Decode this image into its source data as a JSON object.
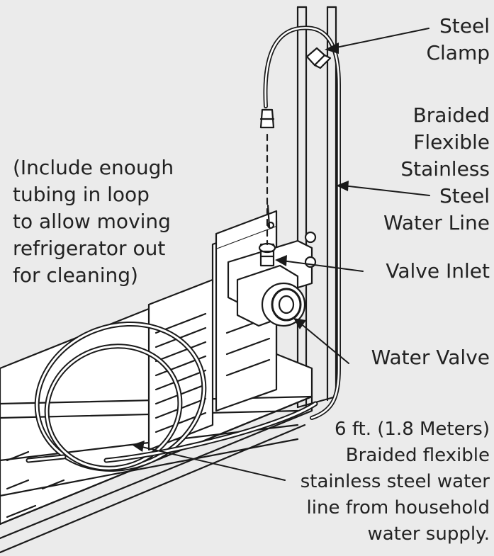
{
  "diagram": {
    "labels": {
      "steel_clamp": [
        "Steel",
        "Clamp"
      ],
      "braided_line": [
        "Braided",
        "Flexible",
        "Stainless",
        "Steel",
        "Water Line"
      ],
      "note": [
        "(Include enough",
        "tubing in loop",
        "to allow moving",
        "refrigerator out",
        "for cleaning)"
      ],
      "valve_inlet": [
        "Valve Inlet"
      ],
      "water_valve": [
        "Water Valve"
      ],
      "supply_line": [
        "6 ft. (1.8 Meters)",
        "Braided flexible",
        "stainless steel water",
        "line from household",
        "water supply."
      ]
    }
  }
}
